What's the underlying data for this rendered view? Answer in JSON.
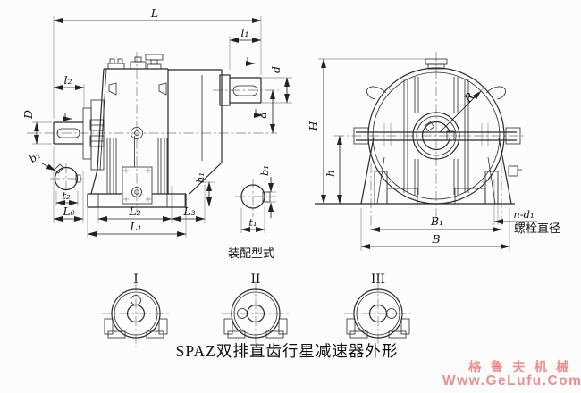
{
  "caption": {
    "text": "SPAZ双排直齿行星减速器外形"
  },
  "side_view": {
    "labels": {
      "L": "L",
      "l1": "l₁",
      "l2": "l₂",
      "D": "D",
      "b2": "b₂",
      "t2": "t₂",
      "L0": "L₀",
      "L2": "L₂",
      "L3": "L₃",
      "L1": "L₁",
      "d": "d",
      "a": "a",
      "h1": "h₁",
      "b1": "b₁",
      "t1": "t₁"
    },
    "assembly_note": "装配型式"
  },
  "front_view": {
    "labels": {
      "H": "H",
      "h": "h",
      "R": "R",
      "B1": "B₁",
      "B": "B",
      "nd1": "n-d₁"
    },
    "bolt_note": "螺栓直径"
  },
  "assembly_types": {
    "t1": "I",
    "t2": "II",
    "t3": "III"
  },
  "watermark": {
    "line1": "格鲁夫机械",
    "line2": "Www.GeLufu.Com",
    "color": "#ef8d8d"
  }
}
